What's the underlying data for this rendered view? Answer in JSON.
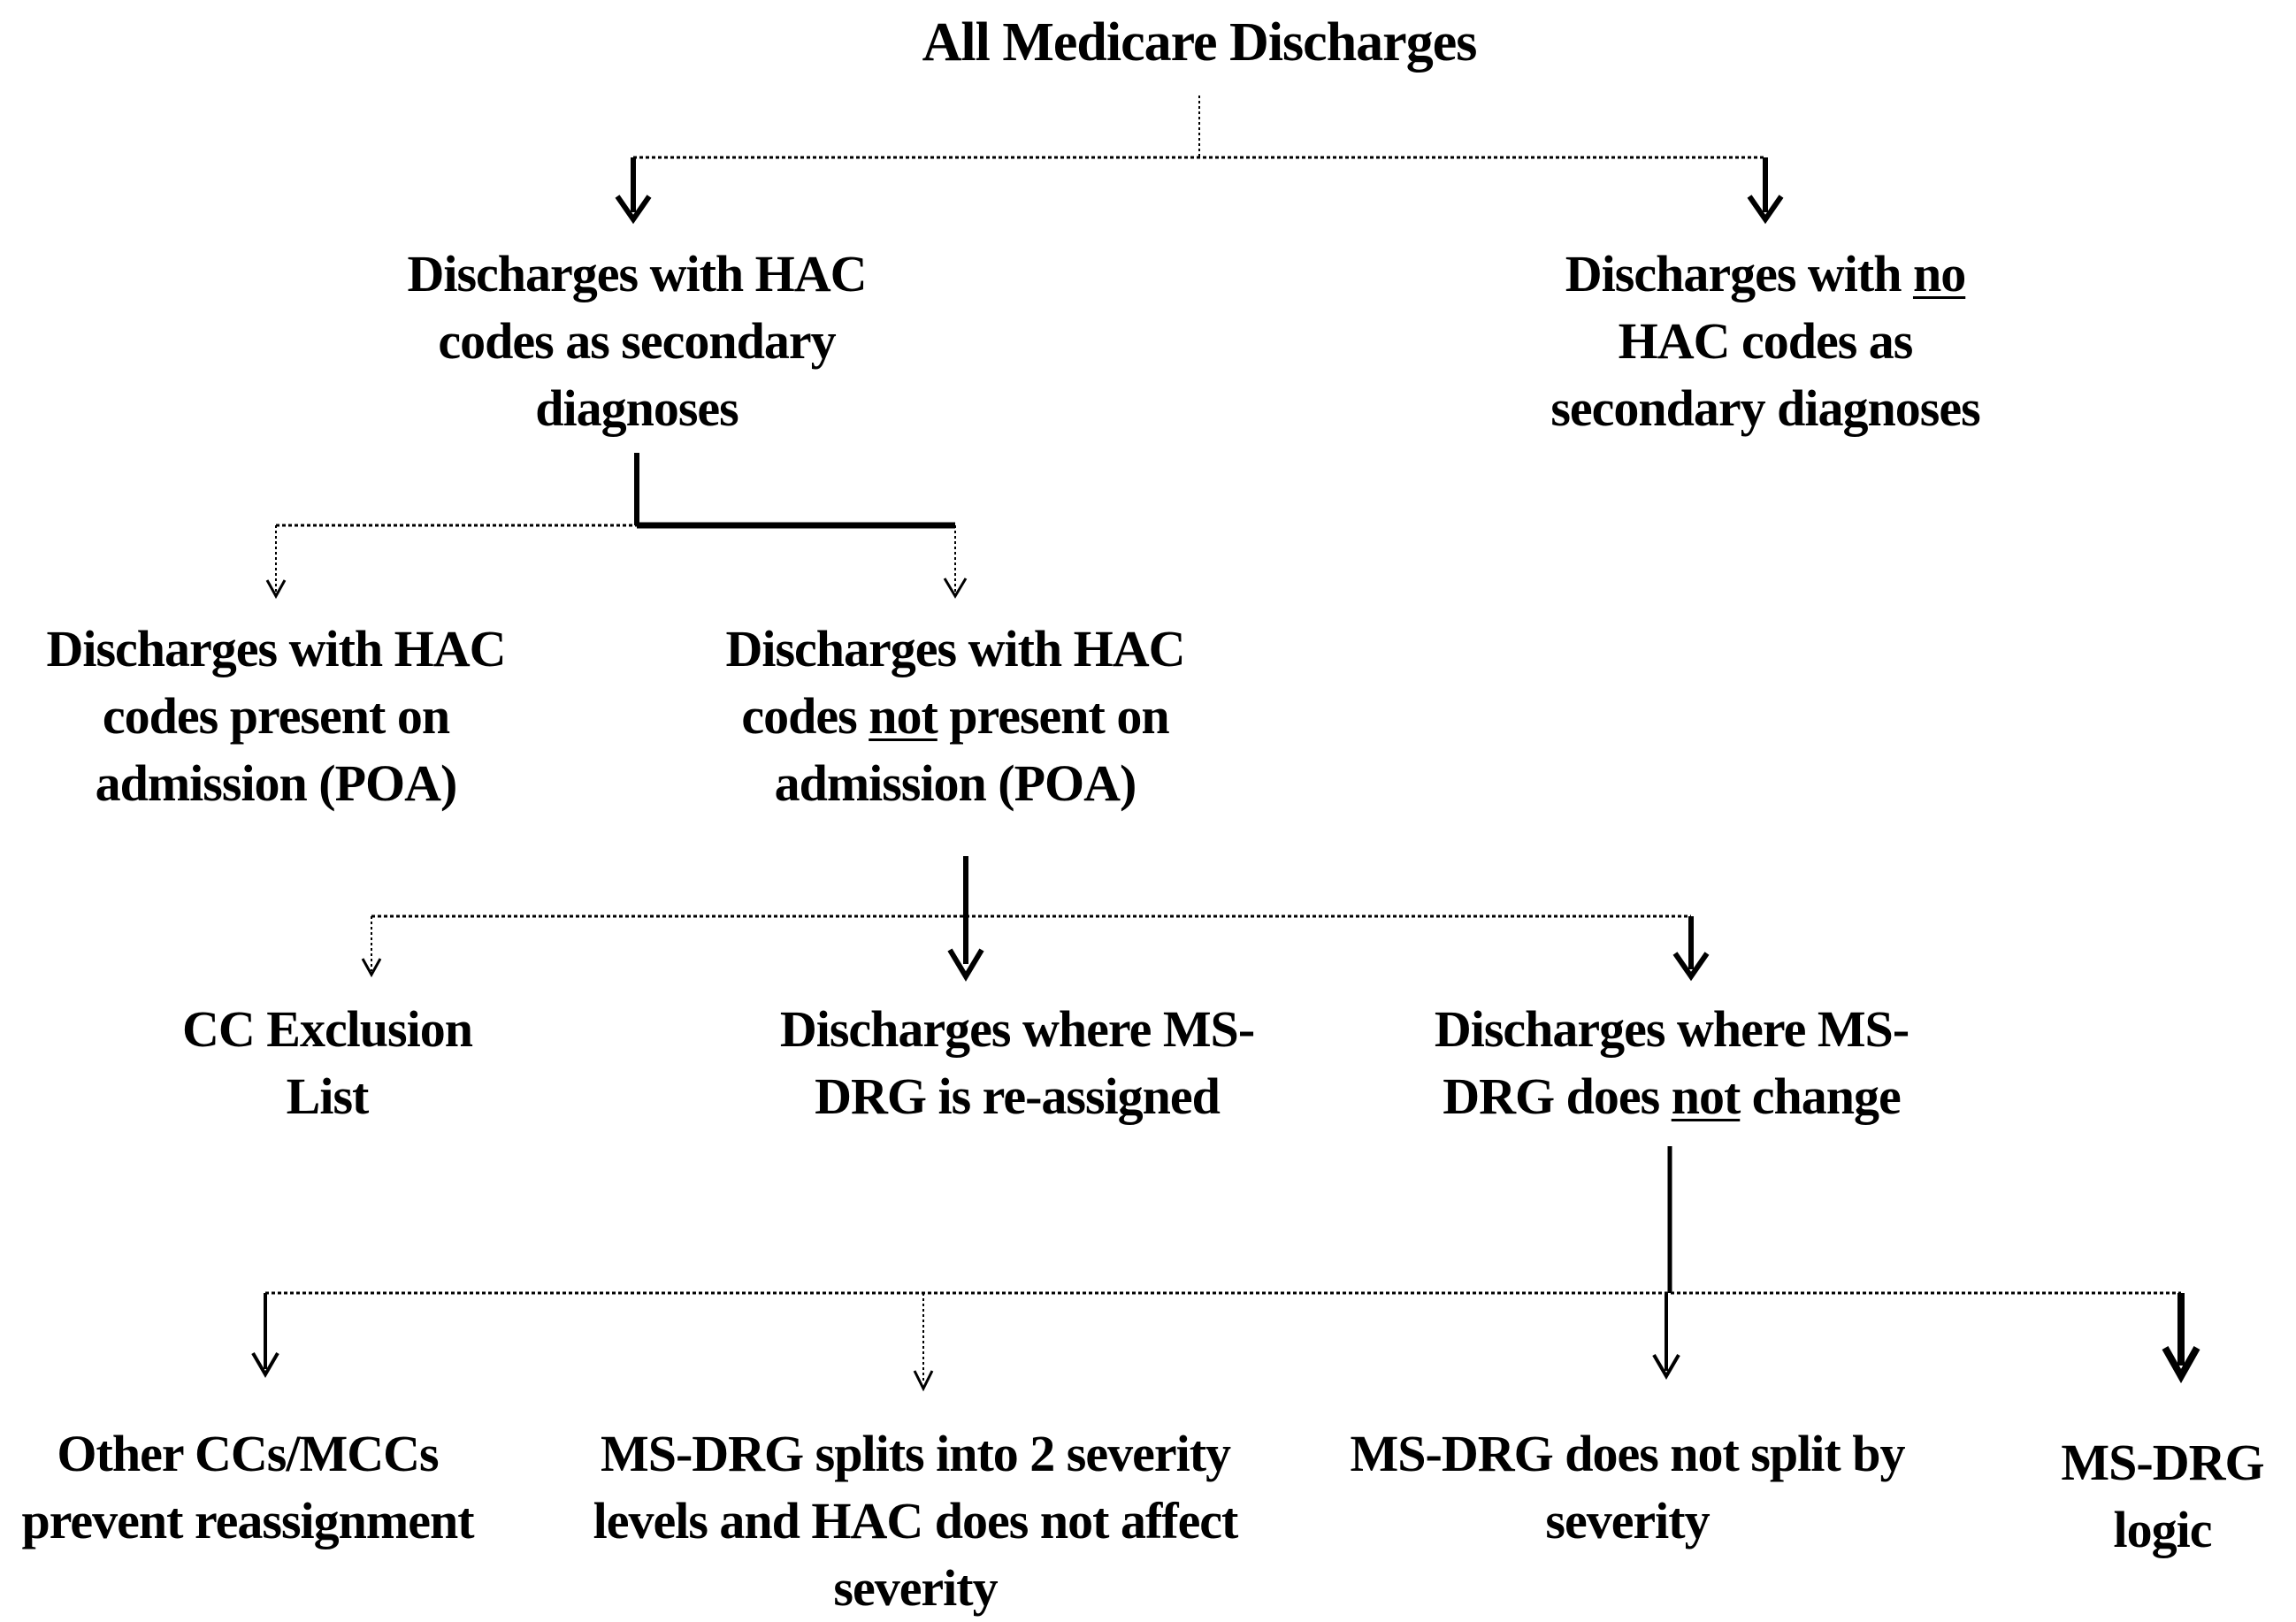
{
  "nodes": {
    "root": {
      "lines": [
        "All Medicare Discharges"
      ]
    },
    "hac_secondary": {
      "lines": [
        "Discharges with HAC",
        "codes as secondary",
        "diagnoses"
      ]
    },
    "no_hac_secondary": {
      "lines": [
        "Discharges with |no|",
        "HAC codes as",
        "secondary diagnoses"
      ]
    },
    "hac_poa": {
      "lines": [
        "Discharges with HAC",
        "codes present on",
        "admission (POA)"
      ]
    },
    "hac_not_poa": {
      "lines": [
        "Discharges with HAC",
        "codes |not| present on",
        "admission (POA)"
      ]
    },
    "cc_exclusion": {
      "lines": [
        "CC Exclusion",
        "List"
      ]
    },
    "drg_reassigned": {
      "lines": [
        "Discharges where MS-",
        "DRG is re-assigned"
      ]
    },
    "drg_no_change": {
      "lines": [
        "Discharges where MS-",
        "DRG does |not| change"
      ]
    },
    "other_ccs": {
      "lines": [
        "Other CCs/MCCs",
        "prevent reassignment"
      ]
    },
    "drg_splits_2": {
      "lines": [
        "MS-DRG splits into 2 severity",
        "levels and HAC does not affect",
        "severity"
      ]
    },
    "drg_no_split": {
      "lines": [
        "MS-DRG does not split by",
        "severity"
      ]
    },
    "drg_logic": {
      "lines": [
        "MS-DRG",
        "logic"
      ]
    }
  }
}
